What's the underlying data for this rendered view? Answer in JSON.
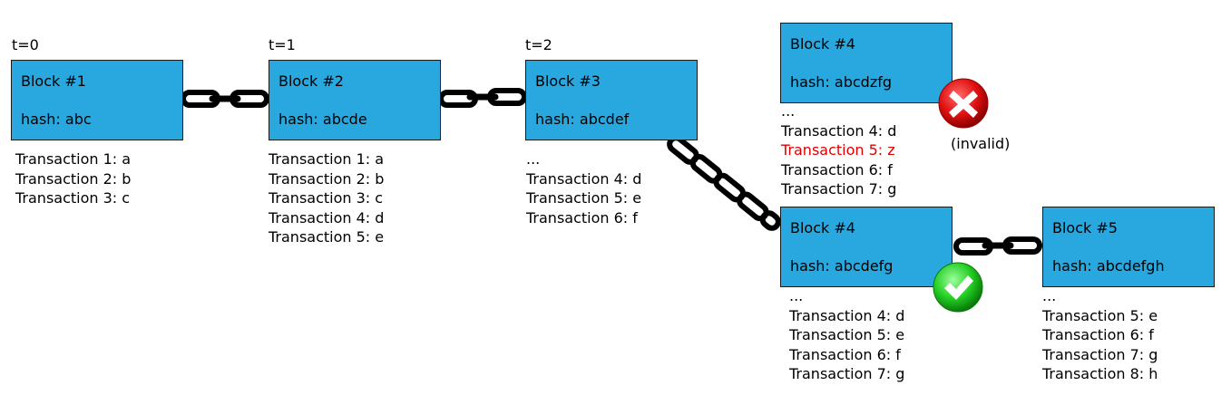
{
  "timeline": [
    {
      "label": "t=0"
    },
    {
      "label": "t=1"
    },
    {
      "label": "t=2"
    }
  ],
  "blocks": {
    "b1": {
      "title": "Block #1",
      "hash": "hash: abc",
      "transactions": [
        "Transaction 1: a",
        "Transaction 2: b",
        "Transaction 3: c"
      ]
    },
    "b2": {
      "title": "Block #2",
      "hash": "hash: abcde",
      "transactions": [
        "Transaction 1: a",
        "Transaction 2: b",
        "Transaction 3: c",
        "Transaction 4: d",
        "Transaction 5: e"
      ]
    },
    "b3": {
      "title": "Block #3",
      "hash": "hash: abcdef",
      "transactions": [
        "...",
        "Transaction 4: d",
        "Transaction 5: e",
        "Transaction 6: f"
      ]
    },
    "b4_invalid": {
      "title": "Block #4",
      "hash": "hash: abcdzfg",
      "transactions": [
        "...",
        "Transaction 4: d",
        "Transaction 5: z",
        "Transaction 6: f",
        "Transaction 7: g"
      ],
      "status": "(invalid)"
    },
    "b4_valid": {
      "title": "Block #4",
      "hash": "hash: abcdefg",
      "transactions": [
        "...",
        "Transaction 4: d",
        "Transaction 5: e",
        "Transaction 6: f",
        "Transaction 7: g"
      ]
    },
    "b5": {
      "title": "Block #5",
      "hash": "hash: abcdefgh",
      "transactions": [
        "...",
        "Transaction 5: e",
        "Transaction 6: f",
        "Transaction 7: g",
        "Transaction 8: h"
      ]
    }
  },
  "colors": {
    "block_fill": "#29a8e0",
    "invalid_text": "#e00000",
    "invalid_badge": "#e01010",
    "valid_badge": "#22cc22"
  },
  "icons": {
    "invalid": "red-x-icon",
    "valid": "green-checkmark-icon"
  }
}
